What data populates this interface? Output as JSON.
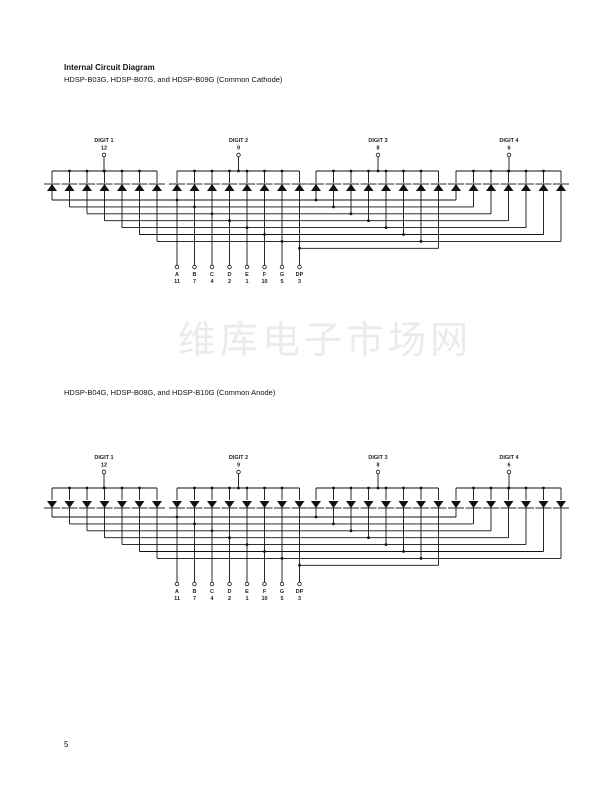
{
  "heading": "Internal Circuit Diagram",
  "watermark": "维库电子市场网",
  "page_number": "5",
  "diagrams": [
    {
      "subtitle": "HDSP-B03G, HDSP-B07G, and HDSP-B09G (Common Cathode)",
      "type": "common-cathode",
      "digits": [
        {
          "label": "DIGIT 1",
          "pin": "12"
        },
        {
          "label": "DIGIT 2",
          "pin": "9"
        },
        {
          "label": "DIGIT 3",
          "pin": "8"
        },
        {
          "label": "DIGIT 4",
          "pin": "6"
        }
      ],
      "segments": [
        {
          "label": "A",
          "pin": "11"
        },
        {
          "label": "B",
          "pin": "7"
        },
        {
          "label": "C",
          "pin": "4"
        },
        {
          "label": "D",
          "pin": "2"
        },
        {
          "label": "E",
          "pin": "1"
        },
        {
          "label": "F",
          "pin": "10"
        },
        {
          "label": "G",
          "pin": "5"
        },
        {
          "label": "DP",
          "pin": "3"
        }
      ]
    },
    {
      "subtitle": "HDSP-B04G, HDSP-B08G, and HDSP-B10G (Common Anode)",
      "type": "common-anode",
      "digits": [
        {
          "label": "DIGIT 1",
          "pin": "12"
        },
        {
          "label": "DIGIT 2",
          "pin": "9"
        },
        {
          "label": "DIGIT 3",
          "pin": "8"
        },
        {
          "label": "DIGIT 4",
          "pin": "6"
        }
      ],
      "segments": [
        {
          "label": "A",
          "pin": "11"
        },
        {
          "label": "B",
          "pin": "7"
        },
        {
          "label": "C",
          "pin": "4"
        },
        {
          "label": "D",
          "pin": "2"
        },
        {
          "label": "E",
          "pin": "1"
        },
        {
          "label": "F",
          "pin": "10"
        },
        {
          "label": "G",
          "pin": "5"
        },
        {
          "label": "DP",
          "pin": "3"
        }
      ]
    }
  ]
}
